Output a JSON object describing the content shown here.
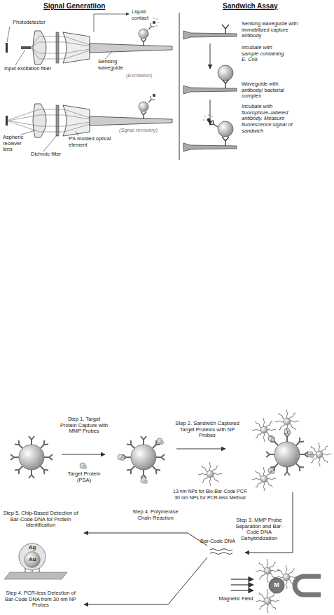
{
  "diagram": {
    "nodes": [
      {
        "text": [
          "Ag",
          "Au"
        ]
      },
      {
        "text": [
          "M"
        ]
      }
    ],
    "labels": [
      "Signal Generatiion",
      "Sandwich Assay",
      "Photodetector",
      "Liquid contact",
      "Sensing waveguide",
      "(Excitation)",
      "Input excitation fiber",
      "(Sgnal recovery)",
      "Aspheric receiver lens",
      "Dichroic filter",
      "PS molded optical element",
      "Sensing waveguide with immobilized capture antibody",
      "incubate with sample containing E. Coli.",
      "Waveguide with antibody/ bacterial complex",
      "Incubate with fluorophore–labeled antibody. Measure fluorescence signal of sandwich",
      "Step 1. Target Protein Capture with MMP Probes",
      "Target Protein (PSA)",
      "Step 2. Sandwich Captured Target Proteins with NP Probes",
      "13 nm NPs for Bio-Bar-Code PCR",
      "30 nm NPs for PCR-less Method",
      "Step 3. MMP Probe Separation and Bar-Code DNA Dehybridization",
      "Bar-Code DNA",
      "Magnetic Field",
      "Step 4. Polymerase Chain Reaction",
      "Step 5. Chip-Based Detection of Bar-Code DNA for Protein Identification",
      "Step 4. PCR-less Detection of Bar-Code DNA from 30 nm NP Probes"
    ]
  }
}
